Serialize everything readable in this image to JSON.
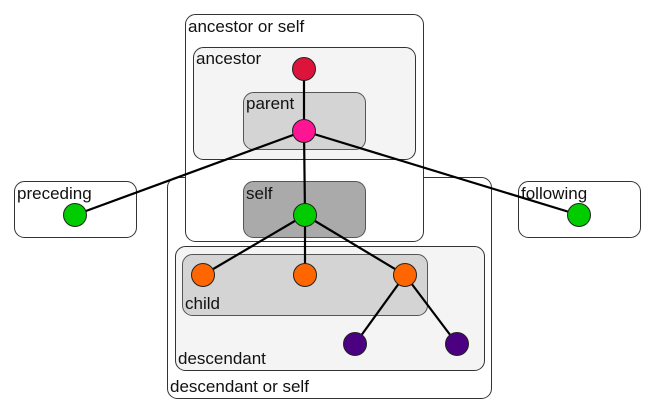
{
  "title": "XPath axes",
  "colors": {
    "box_white": "#ffffff",
    "box_light": "#f4f4f4",
    "box_mid": "#d4d4d4",
    "box_dark": "#aaaaaa",
    "box_stroke": "#333333",
    "edge": "#000000",
    "ancestor_node": "#dc143c",
    "parent_node": "#ff1493",
    "self_node": "#00cc00",
    "sibling_node": "#00cc00",
    "child_node": "#ff6600",
    "grandchild_node": "#4b0082"
  },
  "regions": [
    {
      "id": "ancestor-or-self",
      "label": "ancestor or self"
    },
    {
      "id": "descendant-or-self",
      "label": "descendant or self"
    },
    {
      "id": "ancestor",
      "label": "ancestor"
    },
    {
      "id": "parent",
      "label": "parent"
    },
    {
      "id": "self",
      "label": "self"
    },
    {
      "id": "descendant",
      "label": "descendant"
    },
    {
      "id": "child",
      "label": "child"
    },
    {
      "id": "preceding",
      "label": "preceding"
    },
    {
      "id": "following",
      "label": "following"
    }
  ],
  "nodes": [
    {
      "id": "ancestor-node",
      "role": "ancestor"
    },
    {
      "id": "parent-node",
      "role": "parent"
    },
    {
      "id": "self-node",
      "role": "self"
    },
    {
      "id": "preceding-node",
      "role": "preceding"
    },
    {
      "id": "following-node",
      "role": "following"
    },
    {
      "id": "child-node-1",
      "role": "child"
    },
    {
      "id": "child-node-2",
      "role": "child"
    },
    {
      "id": "child-node-3",
      "role": "child"
    },
    {
      "id": "grandchild-node-1",
      "role": "descendant"
    },
    {
      "id": "grandchild-node-2",
      "role": "descendant"
    }
  ],
  "edges": [
    [
      "ancestor-node",
      "parent-node"
    ],
    [
      "parent-node",
      "self-node"
    ],
    [
      "parent-node",
      "preceding-node"
    ],
    [
      "parent-node",
      "following-node"
    ],
    [
      "self-node",
      "child-node-1"
    ],
    [
      "self-node",
      "child-node-2"
    ],
    [
      "self-node",
      "child-node-3"
    ],
    [
      "child-node-3",
      "grandchild-node-1"
    ],
    [
      "child-node-3",
      "grandchild-node-2"
    ]
  ]
}
